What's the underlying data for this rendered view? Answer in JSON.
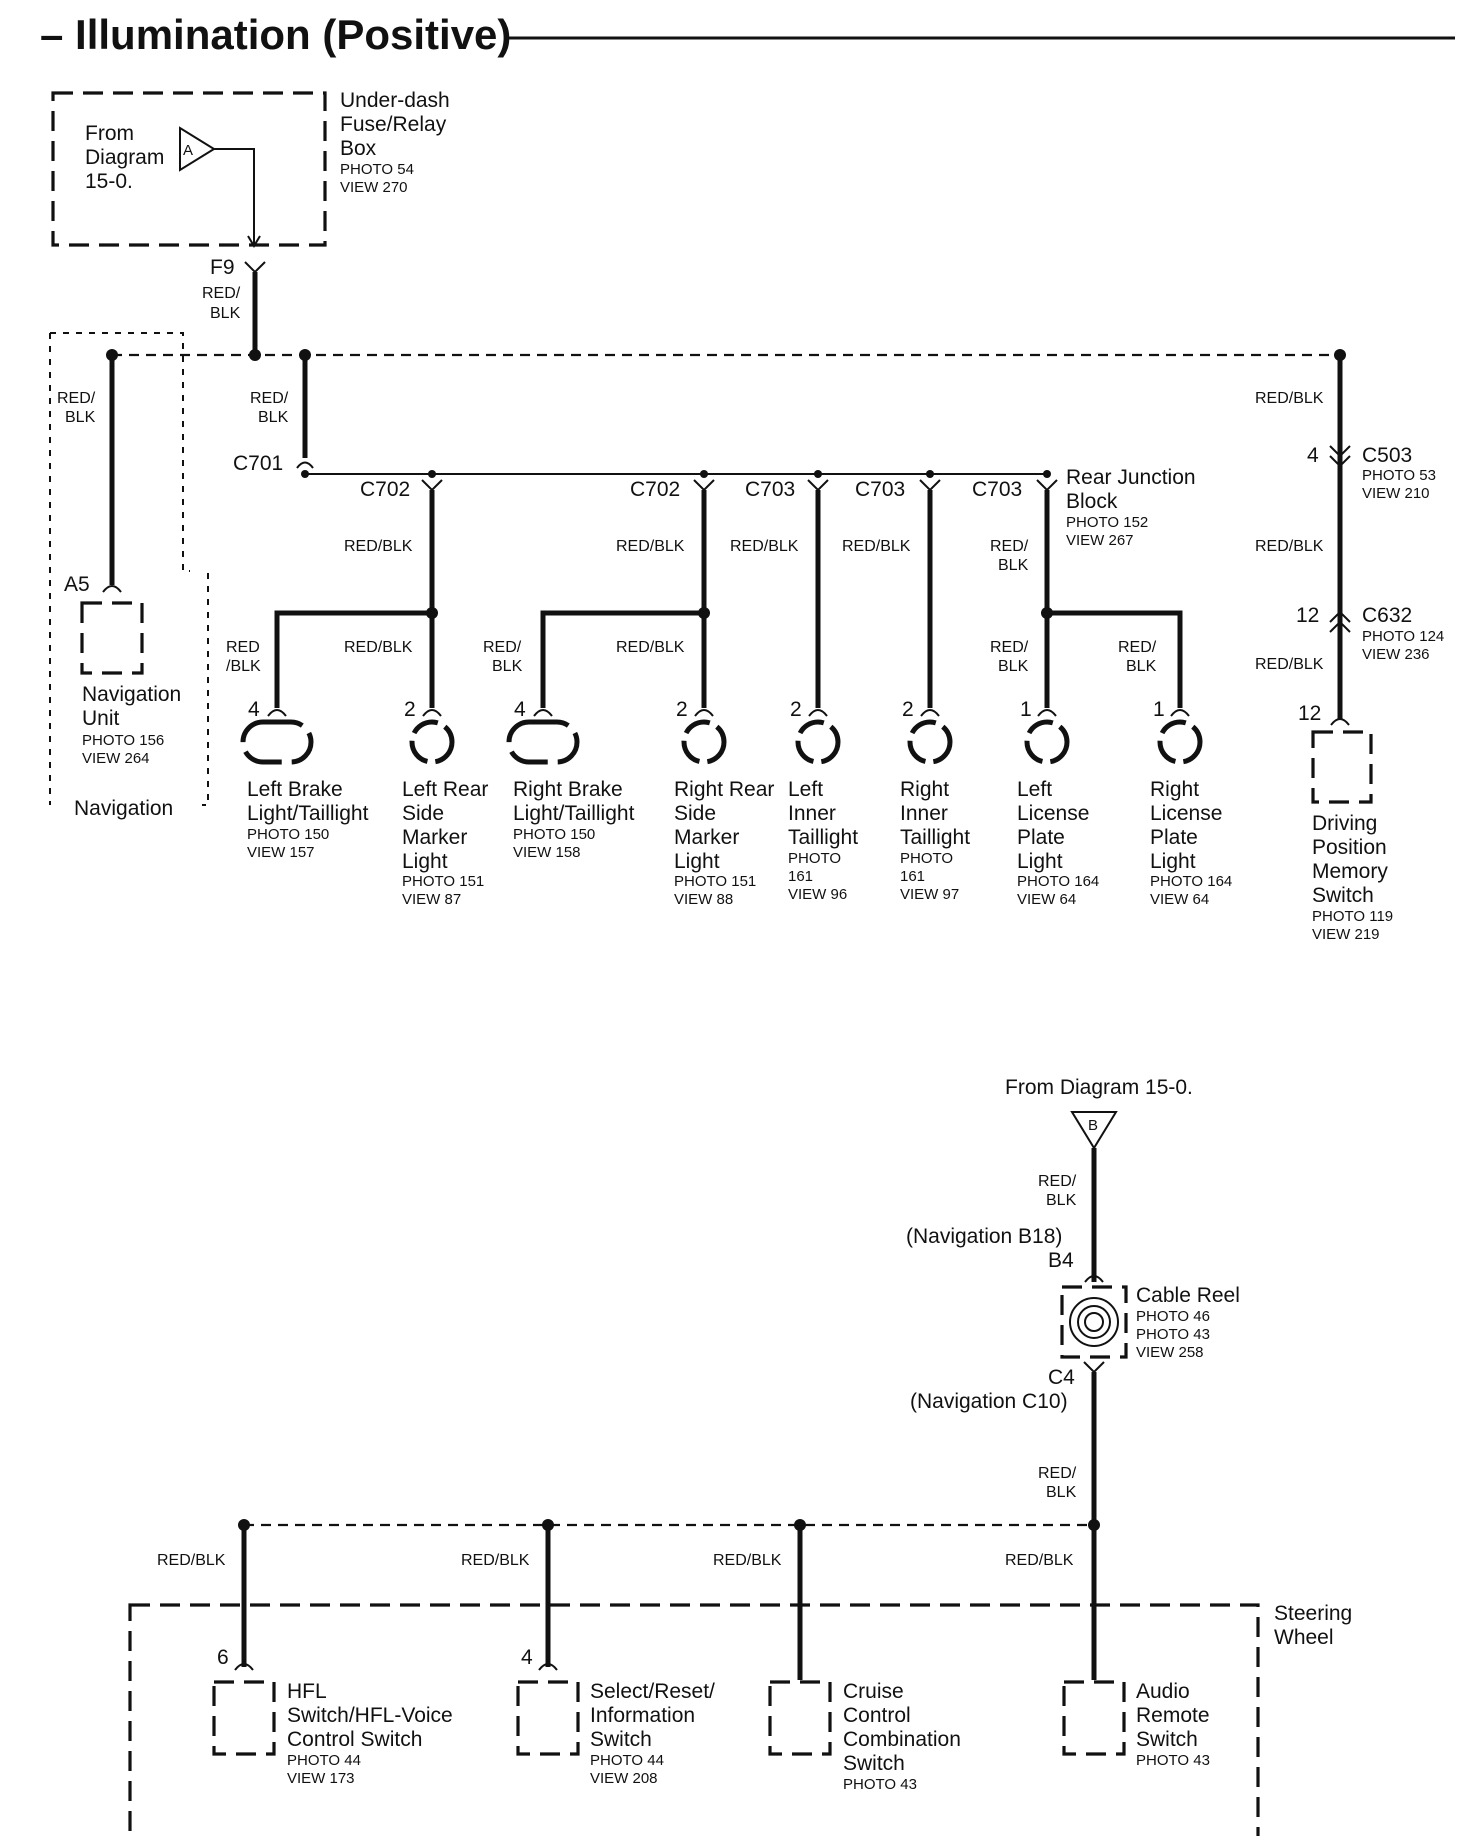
{
  "title": "– Illumination (Positive)",
  "fuse_box": {
    "name": [
      "Under-dash",
      "Fuse/Relay",
      "Box"
    ],
    "photo": "PHOTO 54",
    "view": "VIEW 270",
    "from": [
      "From",
      "Diagram",
      "15-0."
    ],
    "tag": "A",
    "terminal": "F9"
  },
  "wire_colors": {
    "red_blk": "RED/BLK",
    "red_slash": "RED/",
    "blk": "BLK",
    "red": "RED",
    "slash_blk": "/BLK"
  },
  "navigation": {
    "pin": "A5",
    "name": [
      "Navigation",
      "Unit"
    ],
    "photo": "PHOTO 156",
    "view": "VIEW 264",
    "group": "Navigation"
  },
  "connectors": {
    "c701": "C701",
    "c702": "C702",
    "c703": "C703",
    "c503": "C503",
    "c503_photo": "PHOTO 53",
    "c503_view": "VIEW 210",
    "c503_pin": "4",
    "c632": "C632",
    "c632_photo": "PHOTO 124",
    "c632_view": "VIEW 236",
    "c632_pin": "12"
  },
  "rear_junction": {
    "name": [
      "Rear Junction",
      "Block"
    ],
    "photo": "PHOTO 152",
    "view": "VIEW 267"
  },
  "lamps": [
    {
      "pin": "4",
      "lines": [
        "Left Brake",
        "Light/Taillight"
      ],
      "small": [
        "PHOTO 150",
        "VIEW 157"
      ]
    },
    {
      "pin": "2",
      "lines": [
        "Left Rear",
        "Side",
        "Marker",
        "Light"
      ],
      "small": [
        "PHOTO 151",
        "VIEW 87"
      ]
    },
    {
      "pin": "4",
      "lines": [
        "Right Brake",
        "Light/Taillight"
      ],
      "small": [
        "PHOTO 150",
        "VIEW 158"
      ]
    },
    {
      "pin": "2",
      "lines": [
        "Right Rear",
        "Side",
        "Marker",
        "Light"
      ],
      "small": [
        "PHOTO 151",
        "VIEW 88"
      ]
    },
    {
      "pin": "2",
      "lines": [
        "Left",
        "Inner",
        "Taillight"
      ],
      "small": [
        "PHOTO",
        "161",
        "VIEW 96"
      ]
    },
    {
      "pin": "2",
      "lines": [
        "Right",
        "Inner",
        "Taillight"
      ],
      "small": [
        "PHOTO",
        "161",
        "VIEW 97"
      ]
    },
    {
      "pin": "1",
      "lines": [
        "Left",
        "License",
        "Plate",
        "Light"
      ],
      "small": [
        "PHOTO 164",
        "VIEW 64"
      ]
    },
    {
      "pin": "1",
      "lines": [
        "Right",
        "License",
        "Plate",
        "Light"
      ],
      "small": [
        "PHOTO 164",
        "VIEW 64"
      ]
    }
  ],
  "memory_switch": {
    "pin": "12",
    "lines": [
      "Driving",
      "Position",
      "Memory",
      "Switch"
    ],
    "small": [
      "PHOTO 119",
      "VIEW 219"
    ]
  },
  "lower": {
    "from": "From Diagram 15-0.",
    "tag": "B",
    "nav_b18": "(Navigation B18)",
    "b4": "B4",
    "cable_reel": "Cable Reel",
    "cable_reel_small": [
      "PHOTO 46",
      "PHOTO 43",
      "VIEW 258"
    ],
    "c4": "C4",
    "nav_c10": "(Navigation C10)",
    "steering_wheel": [
      "Steering",
      "Wheel"
    ]
  },
  "switches": [
    {
      "pin": "6",
      "lines": [
        "HFL",
        "Switch/HFL-Voice",
        "Control Switch"
      ],
      "small": [
        "PHOTO 44",
        "VIEW 173"
      ]
    },
    {
      "pin": "4",
      "lines": [
        "Select/Reset/",
        "Information",
        "Switch"
      ],
      "small": [
        "PHOTO 44",
        "VIEW 208"
      ]
    },
    {
      "pin": "",
      "lines": [
        "Cruise",
        "Control",
        "Combination",
        "Switch"
      ],
      "small": [
        "PHOTO 43"
      ]
    },
    {
      "pin": "",
      "lines": [
        "Audio",
        "Remote",
        "Switch"
      ],
      "small": [
        "PHOTO 43"
      ]
    }
  ]
}
